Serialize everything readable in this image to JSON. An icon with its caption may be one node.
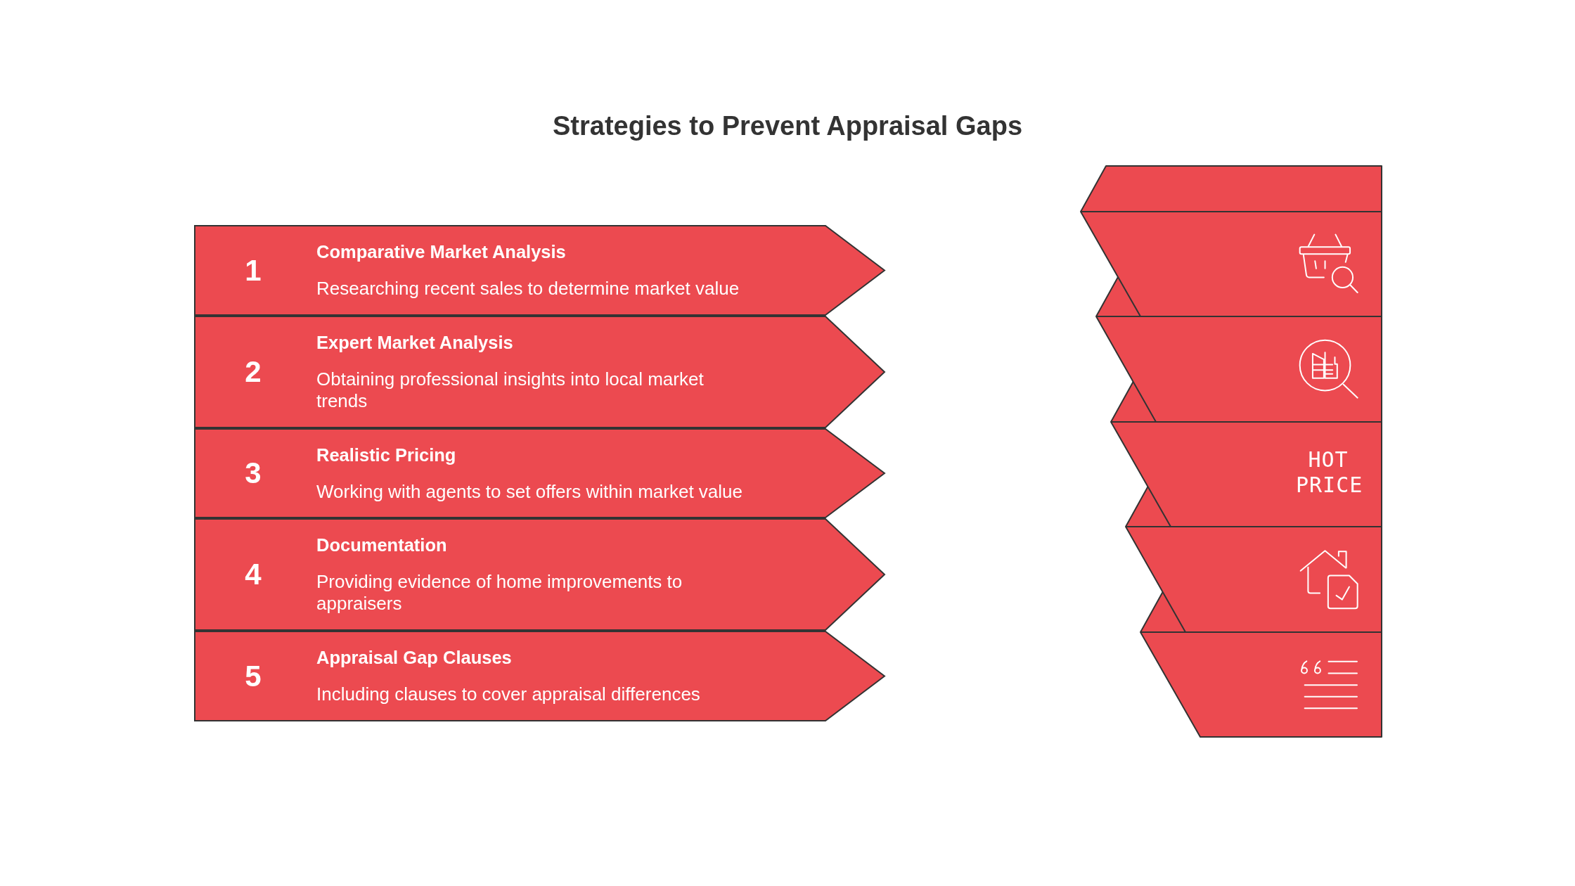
{
  "diagram": {
    "title": "Strategies to Prevent Appraisal Gaps",
    "nodes": [
      {
        "text": [
          "1",
          "Comparative Market Analysis",
          "Researching recent sales to determine market value"
        ]
      },
      {
        "text": [
          "2",
          "Expert Market Analysis",
          "Obtaining professional insights into local market trends"
        ]
      },
      {
        "text": [
          "3",
          "Realistic Pricing",
          "Working with agents to set offers within market value"
        ]
      },
      {
        "text": [
          "4",
          "Documentation",
          "Providing evidence of home improvements to appraisers"
        ]
      },
      {
        "text": [
          "5",
          "Appraisal Gap Clauses",
          "Including clauses to cover appraisal differences"
        ]
      }
    ],
    "labels": [
      "HOT PRICE"
    ]
  }
}
